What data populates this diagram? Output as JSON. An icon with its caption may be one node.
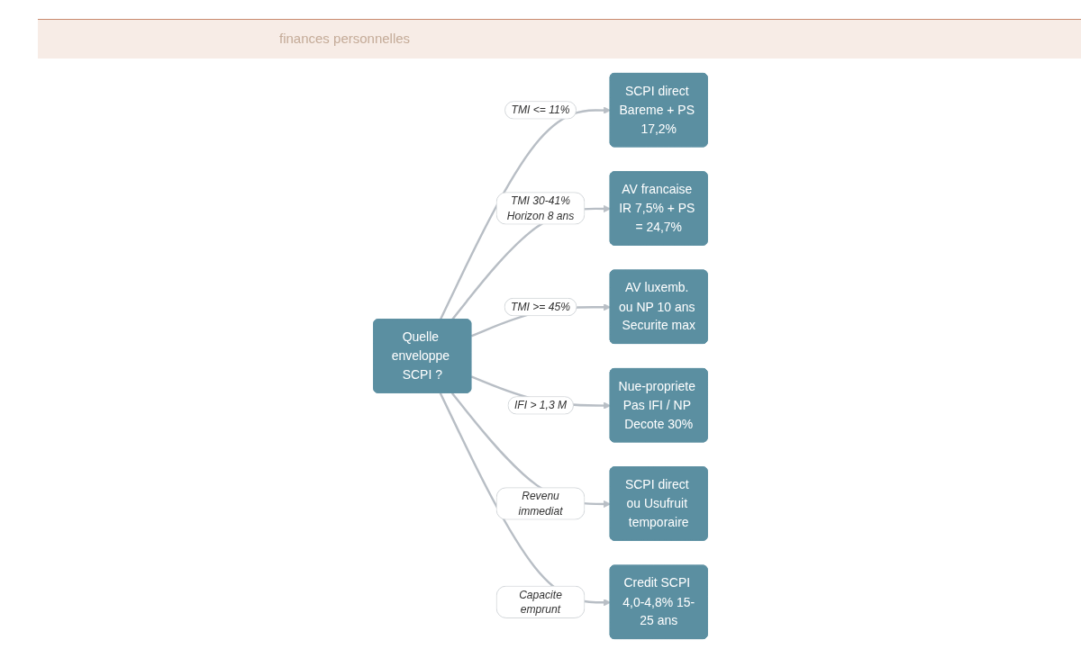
{
  "diagram": {
    "nodes": [
      {
        "text": [
          "Quelle enveloppe SCPI ?"
        ]
      },
      {
        "text": [
          "SCPI direct Bareme + PS 17,2%"
        ]
      },
      {
        "text": [
          "AV francaise IR 7,5% + PS = 24,7%"
        ]
      },
      {
        "text": [
          "AV luxemb. ou NP 10 ans Securite max"
        ]
      },
      {
        "text": [
          "Nue-propriete Pas IFI / NP Decote 30%"
        ]
      },
      {
        "text": [
          "SCPI direct ou Usufruit temporaire"
        ]
      },
      {
        "text": [
          "Credit SCPI 4,0-4,8% 15-25 ans"
        ]
      }
    ],
    "edges": [
      {
        "from": 0,
        "to": 1,
        "arrow": "to",
        "label": "TMI <= 11%"
      },
      {
        "from": 0,
        "to": 2,
        "arrow": "to",
        "label": "TMI 30-41% Horizon 8 ans"
      },
      {
        "from": 0,
        "to": 3,
        "arrow": "to",
        "label": "TMI >= 45%"
      },
      {
        "from": 0,
        "to": 4,
        "arrow": "to",
        "label": "IFI > 1,3 M"
      },
      {
        "from": 0,
        "to": 5,
        "arrow": "to",
        "label": "Revenu immediat"
      },
      {
        "from": 0,
        "to": 6,
        "arrow": "to",
        "label": "Capacite emprunt"
      }
    ],
    "labels": [
      "finances personnelles"
    ]
  }
}
